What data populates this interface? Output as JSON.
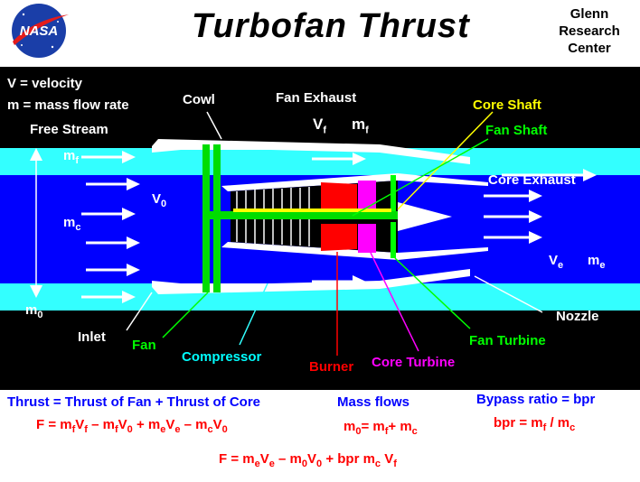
{
  "header": {
    "title": "Turbofan   Thrust",
    "org_line1": "Glenn",
    "org_line2": "Research",
    "org_line3": "Center",
    "logo_text": "NASA"
  },
  "legend": {
    "velocity": "V = velocity",
    "mass_flow": "m = mass flow rate"
  },
  "labels": {
    "free_stream": "Free Stream",
    "cowl": "Cowl",
    "fan_exhaust": "Fan  Exhaust",
    "core_shaft": "Core  Shaft",
    "fan_shaft": "Fan  Shaft",
    "core_exhaust": "Core  Exhaust",
    "nozzle": "Nozzle",
    "inlet": "Inlet",
    "fan": "Fan",
    "compressor": "Compressor",
    "burner": "Burner",
    "core_turbine": "Core  Turbine",
    "fan_turbine": "Fan  Turbine"
  },
  "symbols": {
    "m": "m",
    "V": "V",
    "sub_f": "f",
    "sub_c": "c",
    "sub_0": "0",
    "sub_e": "e"
  },
  "equations": {
    "thrust_words": "Thrust =  Thrust of Fan  +  Thrust of Core",
    "mass_flows": "Mass  flows",
    "bypass": "Bypass  ratio = bpr"
  },
  "colors": {
    "background": "#000000",
    "bypass_flow": "#33ffff",
    "core_flow": "#0000ff",
    "fan": "#00cc00",
    "burner": "#ff0000",
    "turbine": "#ff00ff",
    "equation_blue": "#0000ff",
    "equation_red": "#ff0000"
  }
}
